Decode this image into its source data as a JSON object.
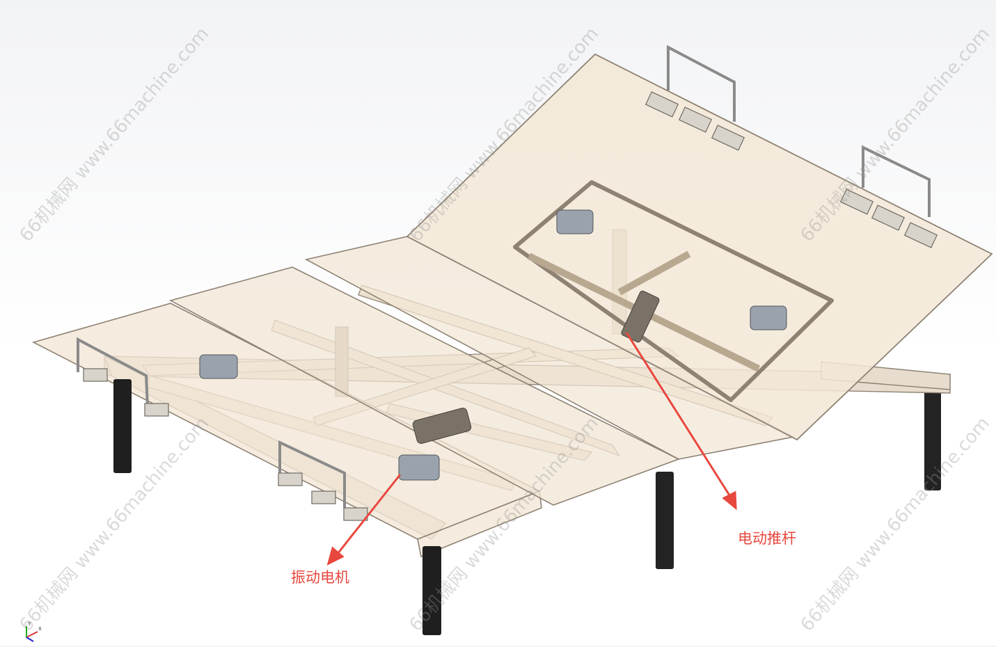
{
  "labels": {
    "vibration_motor": "振动电机",
    "electric_actuator": "电动推杆"
  },
  "watermark": "66机械网 www.66machine.com",
  "triad": {
    "x": "X",
    "y": "Y"
  },
  "colors": {
    "panel": "#f2e6d6",
    "panel_edge": "#8d8273",
    "frame": "#e9dccb",
    "leg": "#1f1f1f",
    "motor": "#9aa3ad",
    "callout": "#e8473e"
  }
}
